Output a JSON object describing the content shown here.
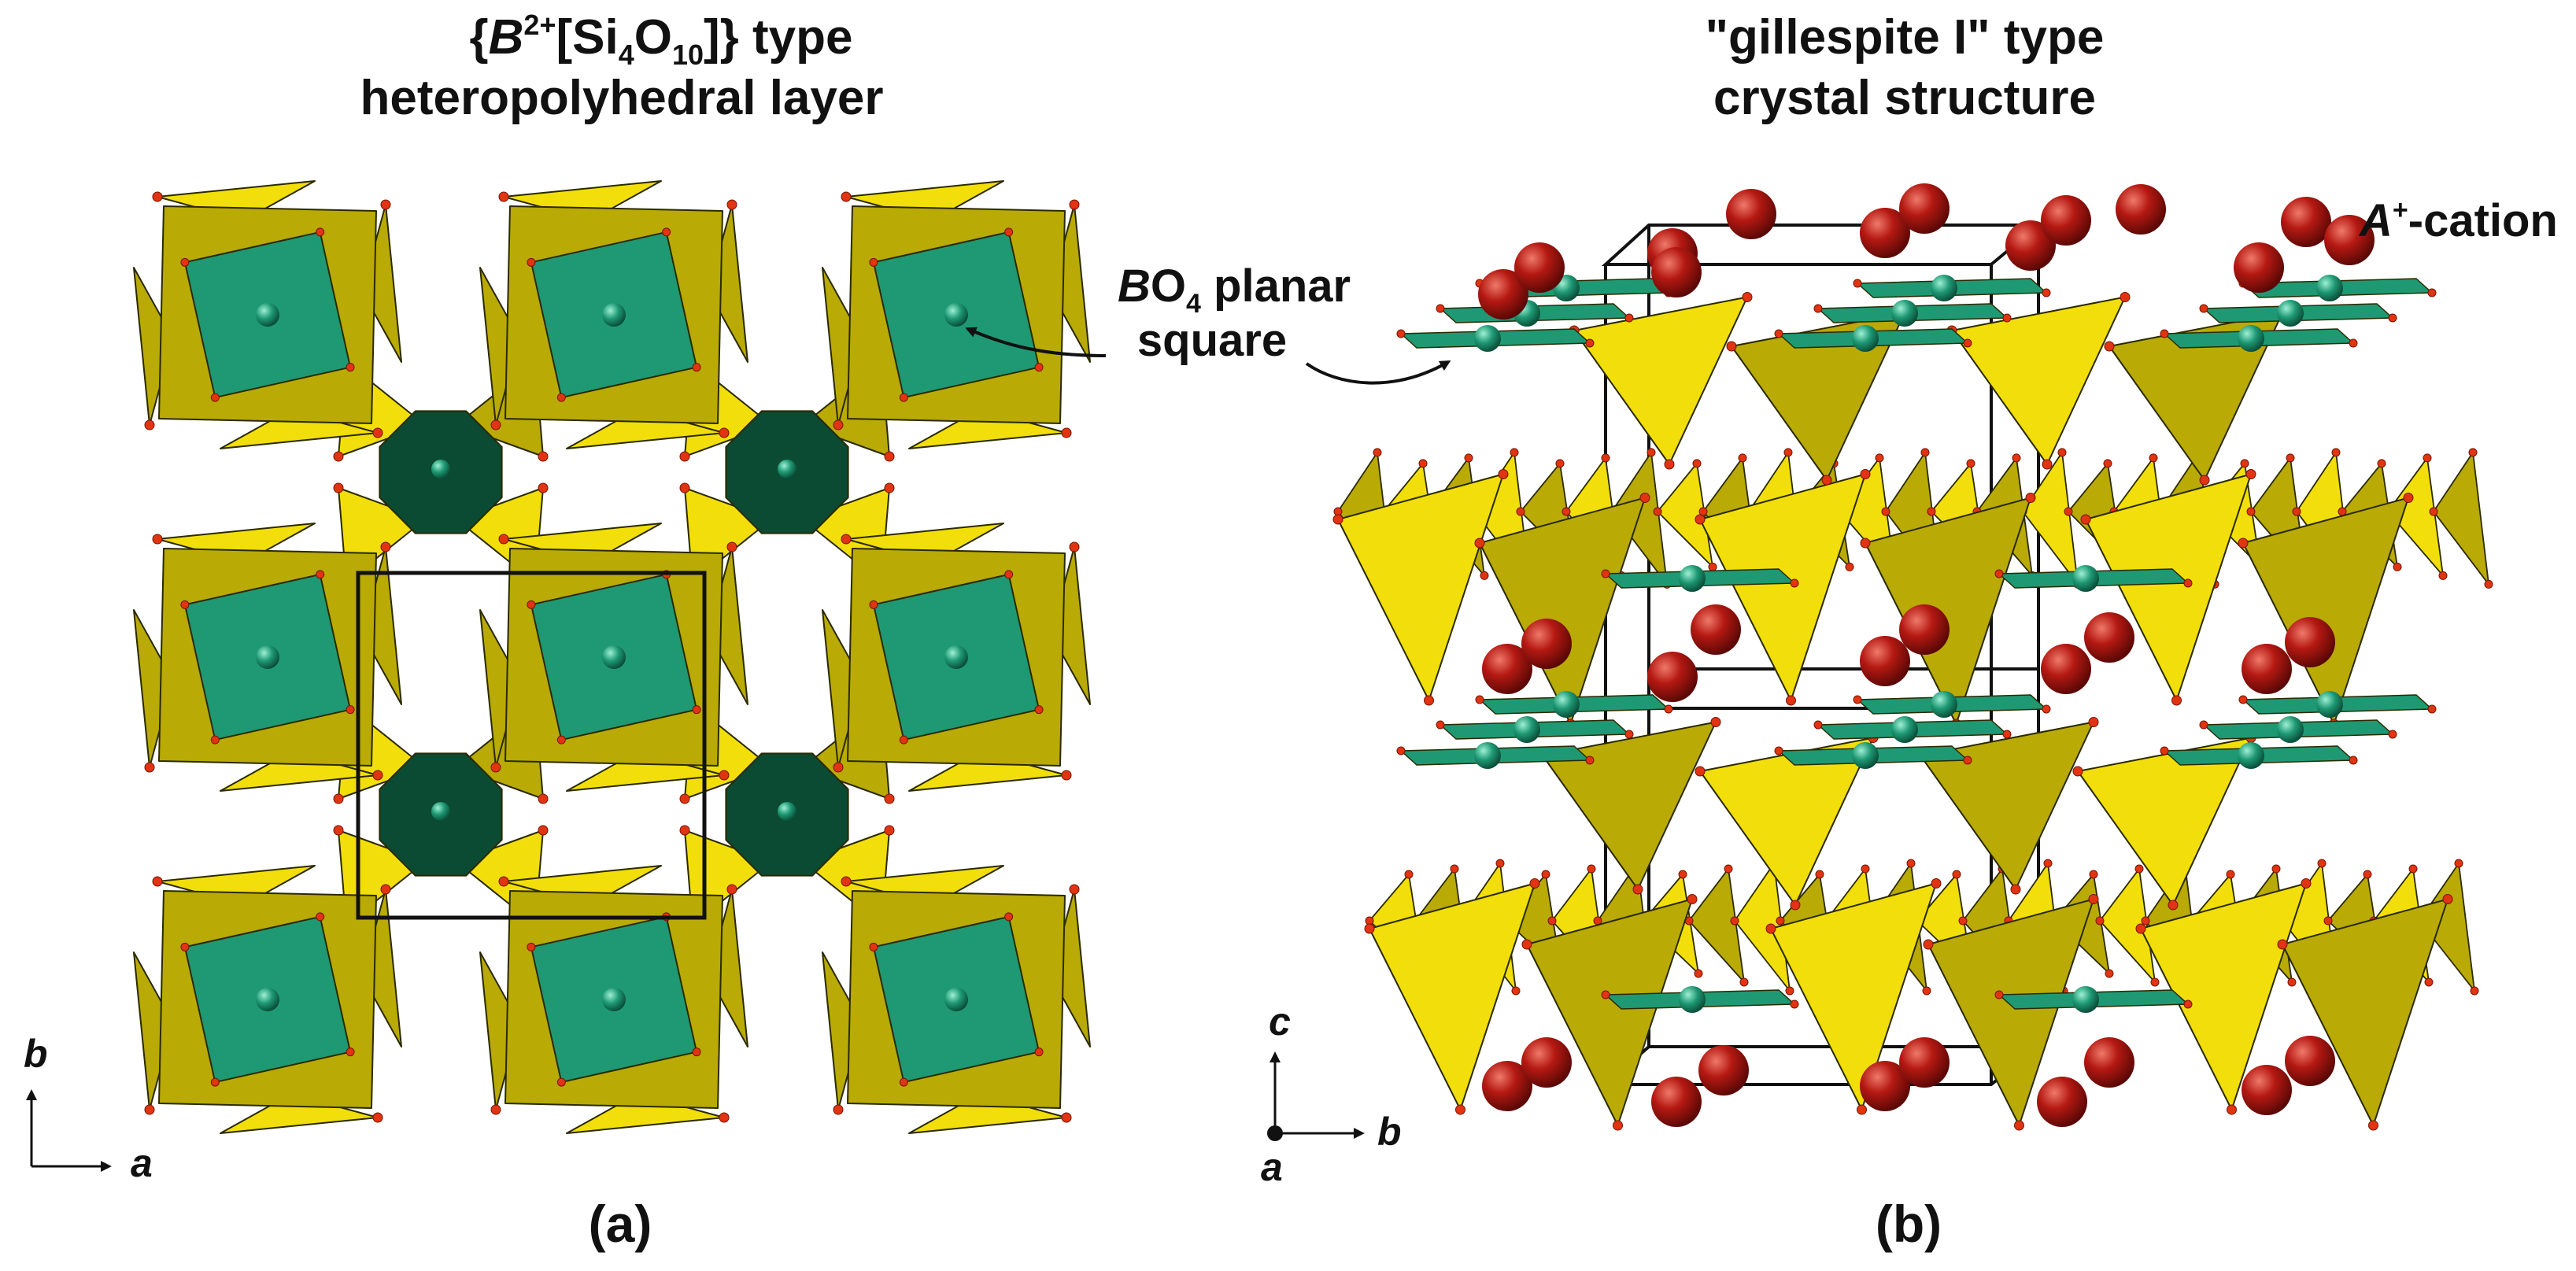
{
  "panel_a": {
    "title_open": "{",
    "title_B": "B",
    "title_B_sup": "2+",
    "title_bracket": "[Si",
    "title_sub4": "4",
    "title_O": "O",
    "title_sub10": "10",
    "title_close": "]} type",
    "title_line2": "heteropolyhedral layer",
    "axis_vertical": "b",
    "axis_horizontal": "a",
    "panel_label": "(a)"
  },
  "panel_b": {
    "title_line1": "\"gillespite I\" type",
    "title_line2": "crystal structure",
    "axis_vertical": "c",
    "axis_horizontal": "b",
    "axis_out": "a",
    "panel_label": "(b)"
  },
  "annotations": {
    "bo4_B": "B",
    "bo4_O": "O",
    "bo4_sub": "4",
    "bo4_rest": " planar",
    "bo4_line2": "square",
    "cation_A": "A",
    "cation_sup": "+",
    "cation_rest": "-cation"
  },
  "colors": {
    "tetrahedron_light": "#f2de0a",
    "tetrahedron_dark": "#b9aa05",
    "square_planar": "#1e9973",
    "octahedron_dark": "#0b4a33",
    "oxygen": "#e03412",
    "cation": "#a8130f",
    "cell_edge": "#111111"
  }
}
